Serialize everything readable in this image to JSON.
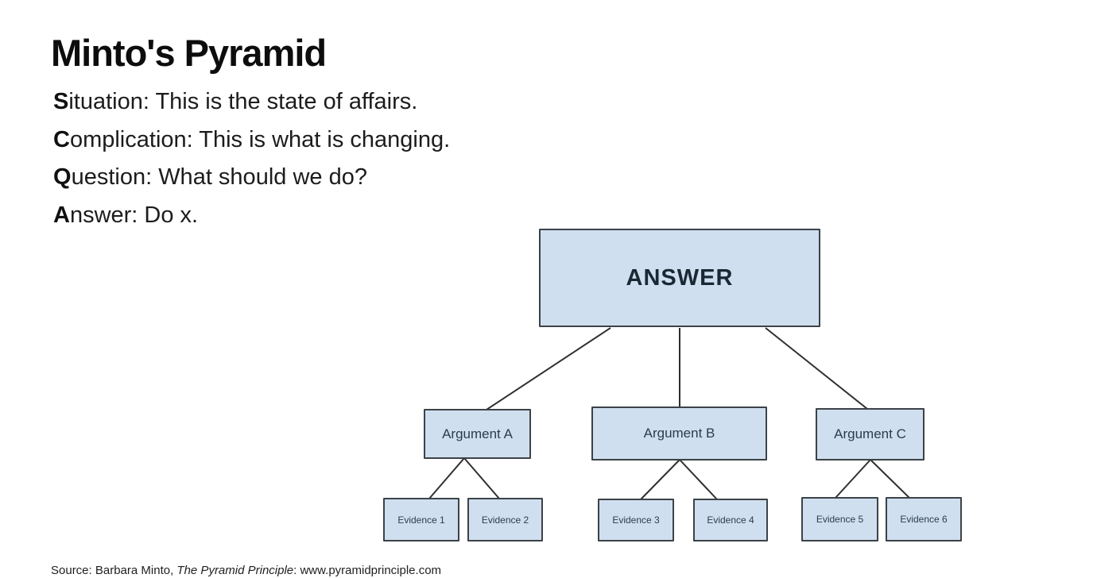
{
  "title": "Minto's Pyramid",
  "intro": {
    "lines": [
      {
        "lead": "S",
        "rest": "ituation: This is the state of affairs."
      },
      {
        "lead": "C",
        "rest": "omplication: This is what is changing."
      },
      {
        "lead": "Q",
        "rest": "uestion: What should we do?"
      },
      {
        "lead": "A",
        "rest": "nswer: Do x."
      }
    ]
  },
  "pyramid": {
    "root": {
      "label": "ANSWER"
    },
    "arguments": [
      {
        "label": "Argument A"
      },
      {
        "label": "Argument B"
      },
      {
        "label": "Argument C"
      }
    ],
    "evidence": [
      {
        "label": "Evidence 1"
      },
      {
        "label": "Evidence 2"
      },
      {
        "label": "Evidence 3"
      },
      {
        "label": "Evidence 4"
      },
      {
        "label": "Evidence 5"
      },
      {
        "label": "Evidence 6"
      }
    ],
    "colors": {
      "box_fill": "#cfdfef",
      "box_border": "#3c4247",
      "connector": "#2f2f2f"
    }
  },
  "footer": {
    "prefix": "Source: Barbara Minto, ",
    "work_title": "The Pyramid Principle",
    "suffix": ": www.pyramidprinciple.com"
  }
}
